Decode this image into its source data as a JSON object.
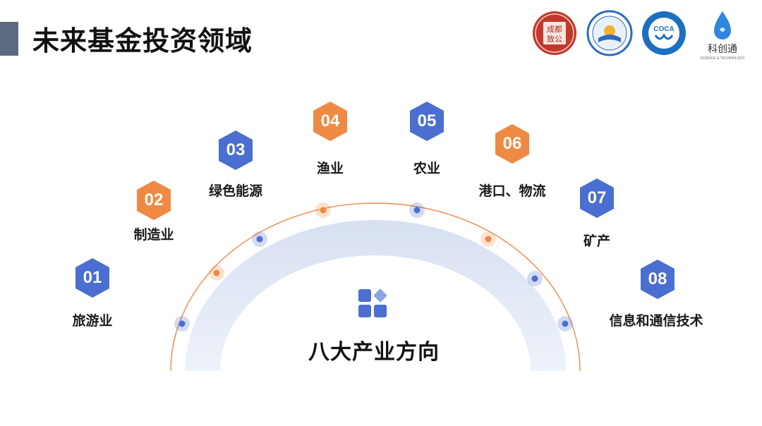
{
  "page": {
    "title": "未来基金投资领域",
    "center_label": "八大产业方向"
  },
  "logos": {
    "logo1_text": "成都致公",
    "logo3_text": "COCA",
    "logo4_text": "科创通"
  },
  "industries": [
    {
      "number": "01",
      "label": "旅游业",
      "color": "blue"
    },
    {
      "number": "02",
      "label": "制造业",
      "color": "orange"
    },
    {
      "number": "03",
      "label": "绿色能源",
      "color": "blue"
    },
    {
      "number": "04",
      "label": "渔业",
      "color": "orange"
    },
    {
      "number": "05",
      "label": "农业",
      "color": "blue"
    },
    {
      "number": "06",
      "label": "港口、物流",
      "color": "orange"
    },
    {
      "number": "07",
      "label": "矿产",
      "color": "blue"
    },
    {
      "number": "08",
      "label": "信息和通信技术",
      "color": "blue"
    }
  ],
  "colors": {
    "blue": "#4a6fd0",
    "orange": "#ef8a45",
    "arc_band": "#dfe6f4",
    "title_bar": "#5b6a80"
  }
}
